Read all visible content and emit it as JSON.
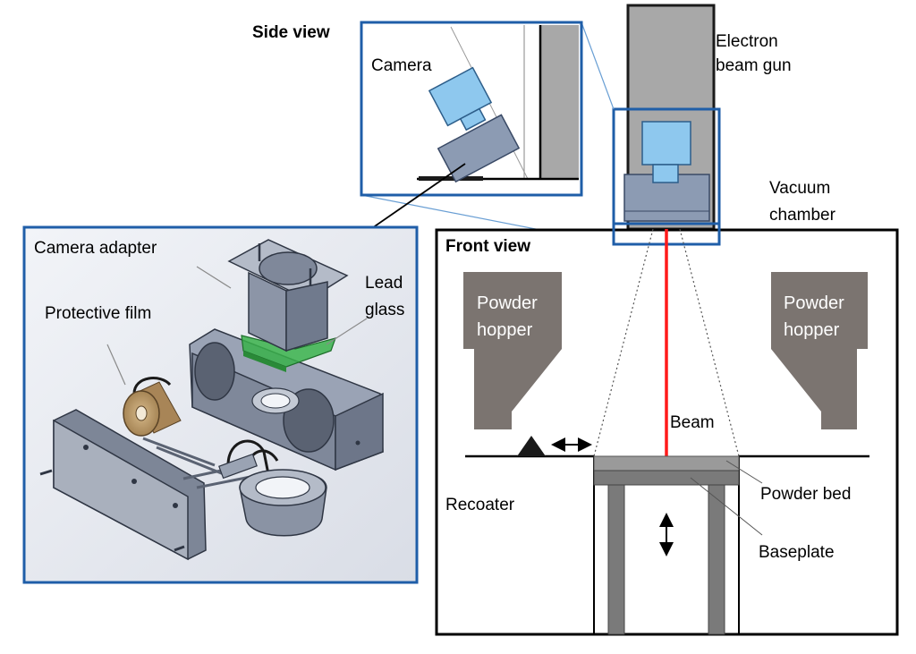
{
  "side_view": {
    "title": "Side view",
    "camera_label": "Camera"
  },
  "top_labels": {
    "gun_line1": "Electron",
    "gun_line2": "beam gun",
    "vacuum_line1": "Vacuum",
    "vacuum_line2": "chamber"
  },
  "exploded": {
    "camera_adapter": "Camera adapter",
    "protective_film": "Protective film",
    "lead_line1": "Lead",
    "lead_line2": "glass"
  },
  "front_view": {
    "title": "Front view",
    "hopper_left_line1": "Powder",
    "hopper_left_line2": "hopper",
    "hopper_right_line1": "Powder",
    "hopper_right_line2": "hopper",
    "beam": "Beam",
    "recoater": "Recoater",
    "powder_bed": "Powder bed",
    "baseplate": "Baseplate"
  },
  "colors": {
    "frame_blue": "#1f5ea8",
    "beam_red": "#ff1a1a",
    "hopper_gray": "#7b7470",
    "camera_blue": "#8ec8ee",
    "lead_glass_green": "#38b24a",
    "gun_gray": "#a8a8a8",
    "housing_blue_gray": "#8c9bb3"
  }
}
